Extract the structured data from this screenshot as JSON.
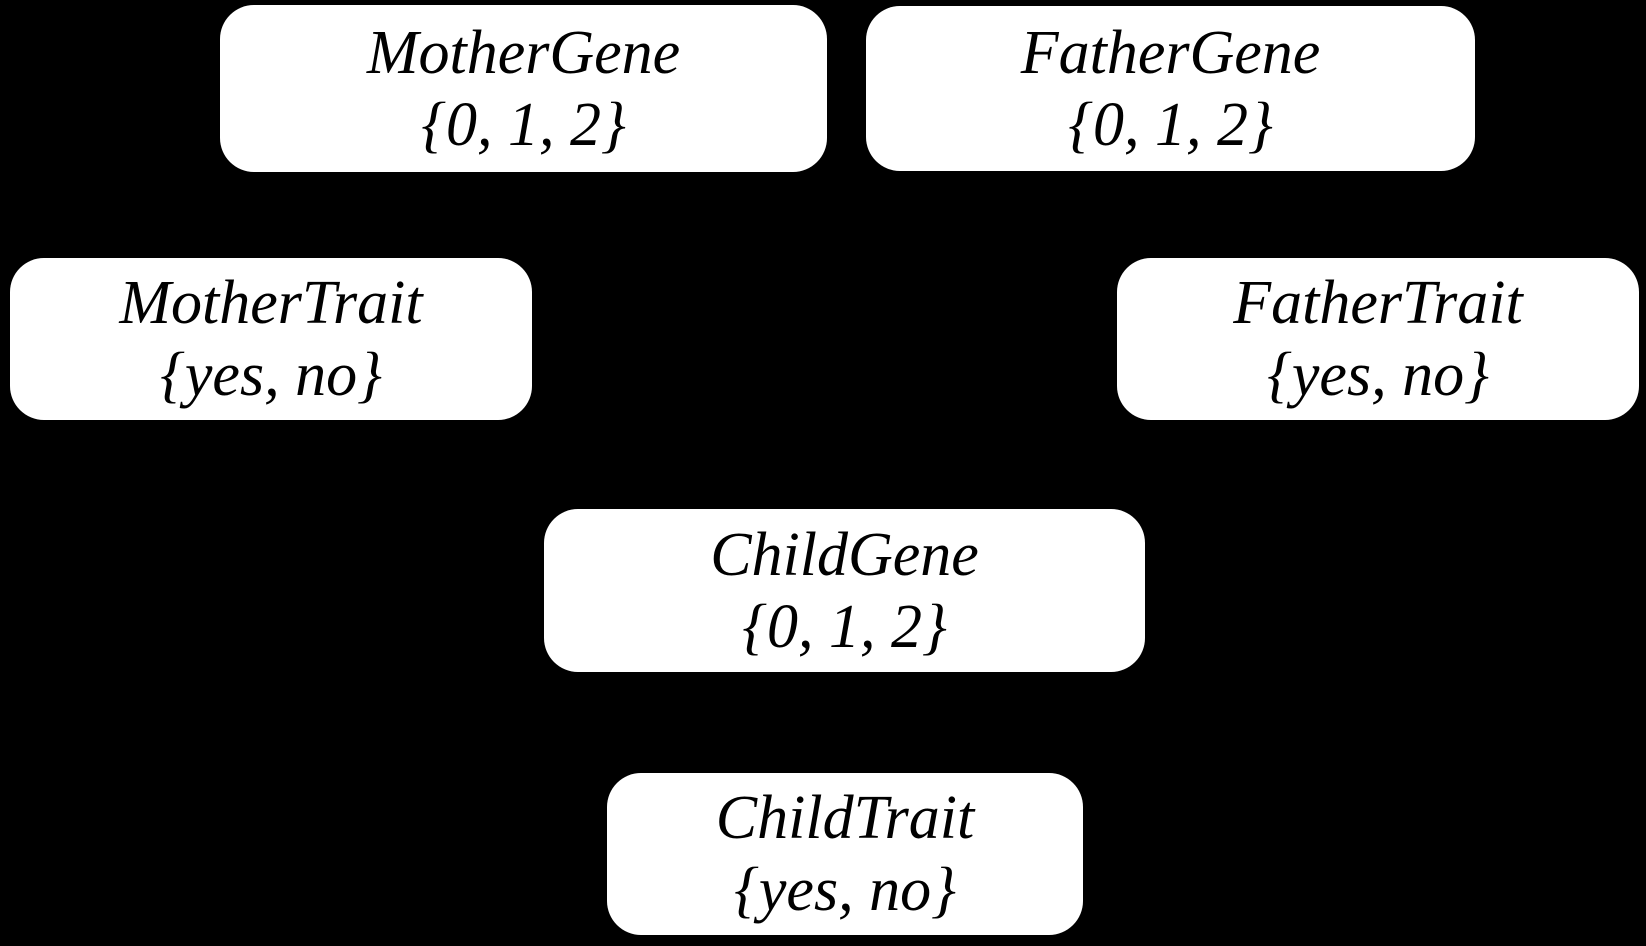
{
  "diagram": {
    "type": "bayesian-network",
    "colors": {
      "background": "#000000",
      "node_fill": "#ffffff",
      "node_text": "#000000"
    },
    "nodes": [
      {
        "name": "MotherGene",
        "domain": "{0, 1, 2}"
      },
      {
        "name": "FatherGene",
        "domain": "{0, 1, 2}"
      },
      {
        "name": "MotherTrait",
        "domain": "{yes, no}"
      },
      {
        "name": "FatherTrait",
        "domain": "{yes, no}"
      },
      {
        "name": "ChildGene",
        "domain": "{0, 1, 2}"
      },
      {
        "name": "ChildTrait",
        "domain": "{yes, no}"
      }
    ]
  }
}
